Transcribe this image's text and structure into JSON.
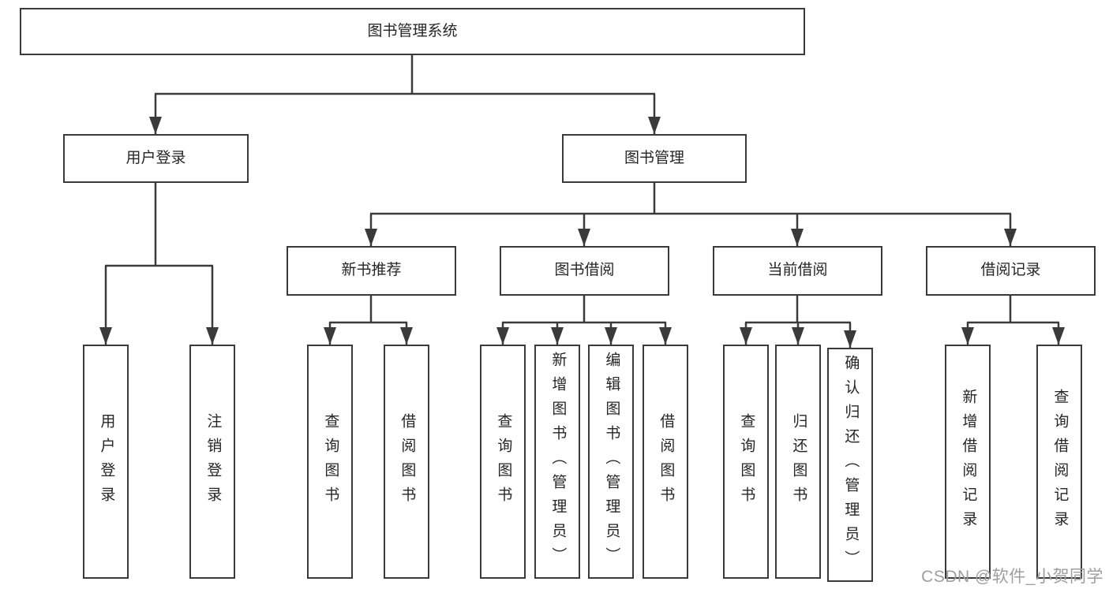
{
  "title": "图书管理系统",
  "level2": {
    "user_login": "用户登录",
    "book_management": "图书管理"
  },
  "level3": {
    "new_book_recommend": "新书推荐",
    "book_borrow": "图书借阅",
    "current_borrow": "当前借阅",
    "borrow_records": "借阅记录"
  },
  "leaves": [
    "用户登录",
    "注销登录",
    "查询图书",
    "借阅图书",
    "查询图书",
    "新增图书（管理员）",
    "编辑图书（管理员）",
    "借阅图书",
    "查询图书",
    "归还图书",
    "确认归还（管理员）",
    "新增借阅记录",
    "查询借阅记录"
  ],
  "watermark": "CSDN @软件_小贺同学",
  "colors": {
    "line": "#3a3a3a",
    "box_border": "#3a3a3a",
    "text": "#262626",
    "background": "#ffffff",
    "watermark": "#9e9e9e"
  }
}
